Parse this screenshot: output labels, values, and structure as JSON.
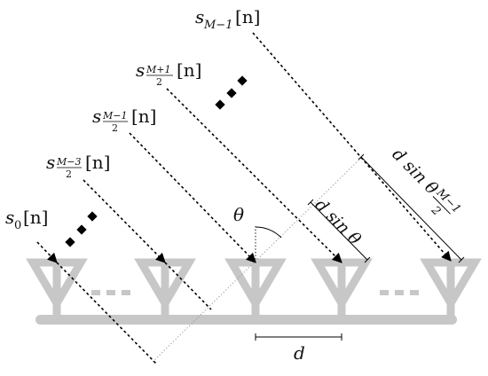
{
  "diagram": {
    "colors": {
      "antenna": "#c7c7c7",
      "line": "#000000",
      "helper": "#9a9a9a"
    },
    "signals": [
      {
        "sym": "s",
        "sub": "0",
        "arg": "[n]"
      },
      {
        "sym": "s",
        "sub_num": "M−3",
        "sub_den": "2",
        "arg": "[n]"
      },
      {
        "sym": "s",
        "sub_num": "M−1",
        "sub_den": "2",
        "arg": "[n]"
      },
      {
        "sym": "s",
        "sub_num": "M+1",
        "sub_den": "2",
        "arg": "[n]"
      },
      {
        "sym": "s",
        "sub": "M−1",
        "arg": "[n]"
      }
    ],
    "theta_label": "θ",
    "spacing_label": "d",
    "path_diff_1": {
      "prefix": "d sin θ"
    },
    "path_diff_2": {
      "prefix": "d sin θ",
      "frac_num": "M−1",
      "frac_den": "2"
    }
  }
}
